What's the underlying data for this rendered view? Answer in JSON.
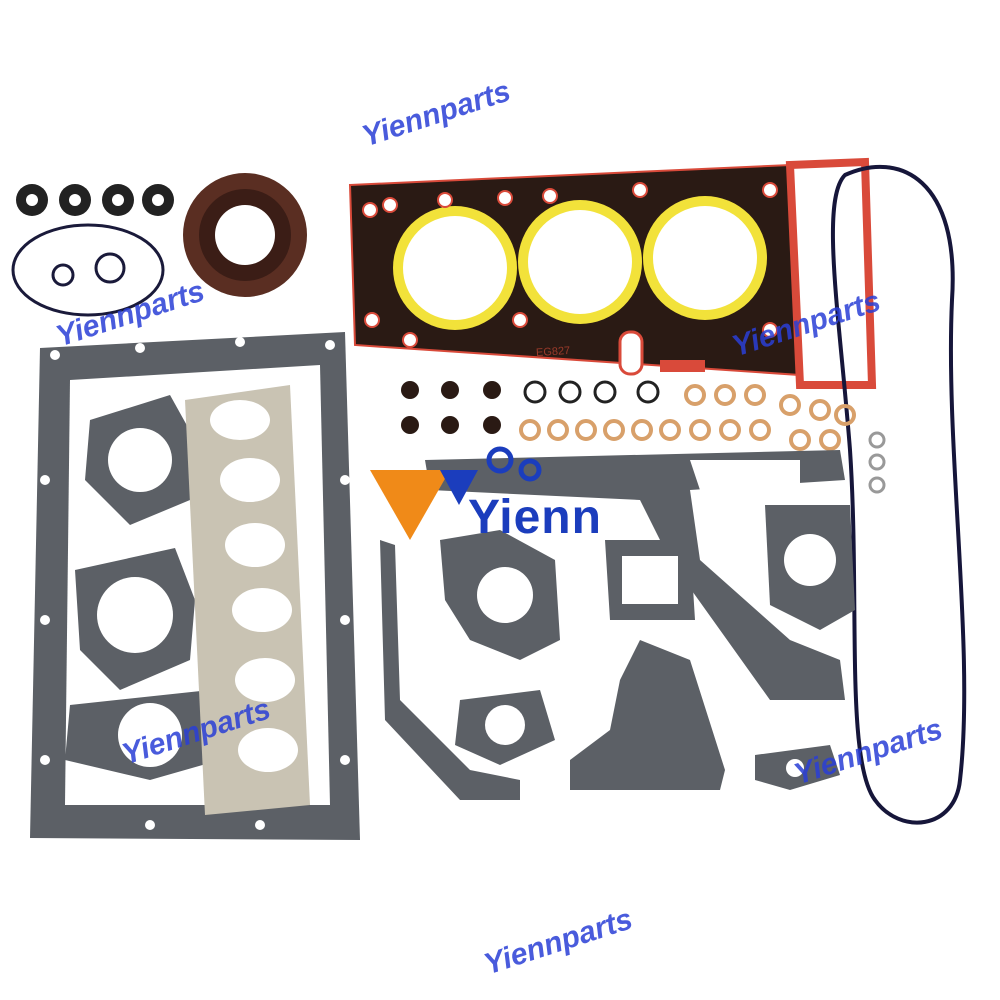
{
  "watermark": {
    "text": "Yiennparts",
    "color": "#2a3fd6"
  },
  "logo": {
    "text": "Yienn",
    "colors": {
      "orange": "#f08a18",
      "blue": "#1b3dbd"
    }
  },
  "head_gasket_stamp": "EG827"
}
